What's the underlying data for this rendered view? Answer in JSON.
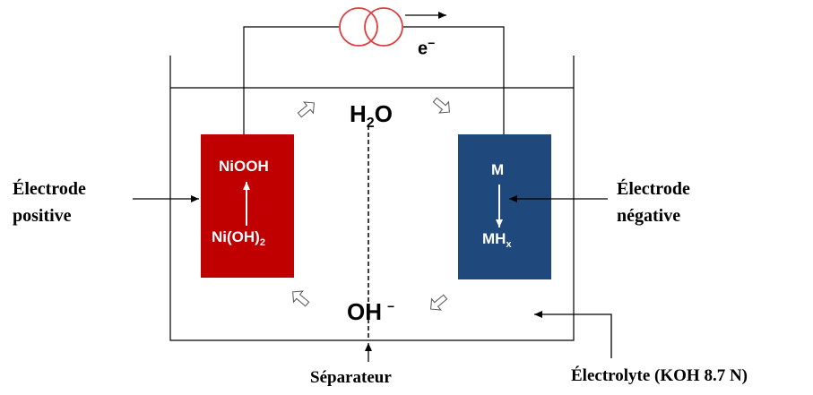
{
  "electron_label": "e",
  "electron_sup": "−",
  "water": {
    "main": "H",
    "sub": "2",
    "tail": "O"
  },
  "hydroxide": {
    "main": "OH",
    "sup": "−"
  },
  "positive_electrode": {
    "top_formula": "NiOOH",
    "bottom_main": "Ni(OH)",
    "bottom_sub": "2",
    "label_line1": "Électrode",
    "label_line2": "positive",
    "color": "#c00000"
  },
  "negative_electrode": {
    "top_formula": "M",
    "bottom_main": "MH",
    "bottom_sub": "x",
    "label_line1": "Électrode",
    "label_line2": "négative",
    "color": "#1f497d"
  },
  "separator_label": "Séparateur",
  "electrolyte_label": "Électrolyte (KOH 8.7 N)",
  "source_color": "#e03c3c"
}
